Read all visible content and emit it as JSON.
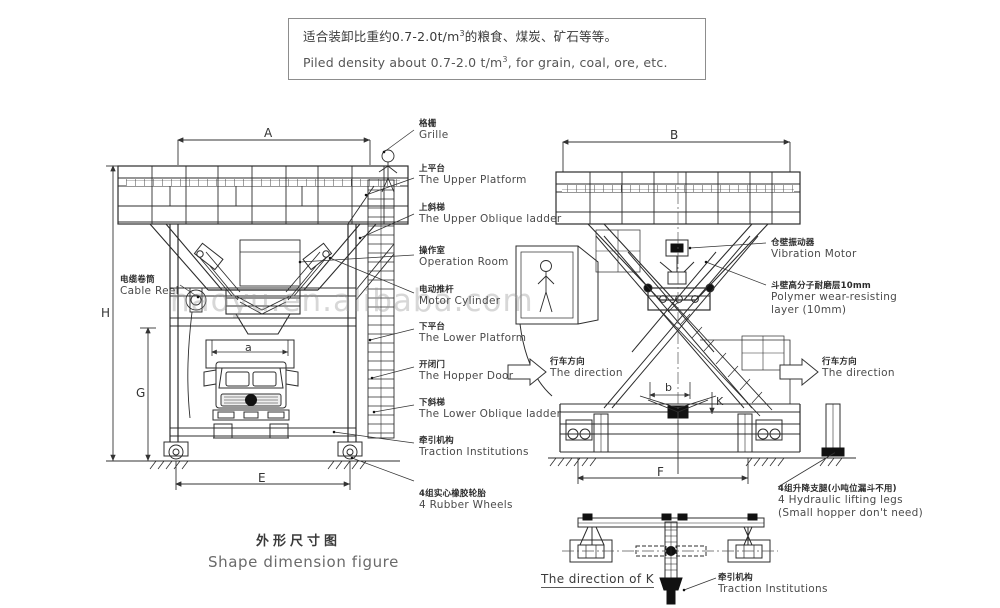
{
  "document": {
    "title_cn": "外形尺寸图",
    "title_en": "Shape dimension figure",
    "watermark": "haoyu.en.alibaba.com"
  },
  "note": {
    "cn_pre": "适合装卸比重约0.7-2.0t/m",
    "cn_sup": "3",
    "cn_post": "的粮食、煤炭、矿石等等。",
    "en_pre": "Piled density about 0.7-2.0 t/m",
    "en_sup": "3",
    "en_post": ", for grain, coal, ore, etc."
  },
  "labels_left": [
    {
      "cn": "格栅",
      "en": "Grille"
    },
    {
      "cn": "上平台",
      "en": "The Upper Platform"
    },
    {
      "cn": "上斜梯",
      "en": "The Upper Oblique ladder"
    },
    {
      "cn": "操作室",
      "en": "Operation Room"
    },
    {
      "cn": "电动推杆",
      "en": "Motor Cylinder"
    },
    {
      "cn": "下平台",
      "en": "The Lower Platform"
    },
    {
      "cn": "开闭门",
      "en": "The Hopper Door"
    },
    {
      "cn": "下斜梯",
      "en": "The Lower Oblique ladder"
    },
    {
      "cn": "牵引机构",
      "en": "Traction Institutions"
    },
    {
      "cn": "4组实心橡胶轮胎",
      "en": "4 Rubber Wheels"
    }
  ],
  "label_cable_reel": {
    "cn": "电缆卷筒",
    "en": "Cable Reel"
  },
  "labels_right": [
    {
      "cn": "仓壁振动器",
      "en": "Vibration Motor",
      "en_line2": ""
    },
    {
      "cn": "斗壁高分子耐磨层10mm",
      "en": "Polymer wear-resisting",
      "en_line2": "layer (10mm)"
    }
  ],
  "label_direction": {
    "cn": "行车方向",
    "en": "The direction"
  },
  "label_legs": {
    "cn": "4组升降支腿(小吨位漏斗不用)",
    "en": "4 Hydraulic lifting legs",
    "en_line2": "(Small hopper don't need)"
  },
  "label_traction_bottom": {
    "cn": "牵引机构",
    "en": "Traction Institutions"
  },
  "label_k_view": "The direction of K",
  "dimensions": {
    "A": "A",
    "B": "B",
    "H": "H",
    "G": "G",
    "E": "E",
    "F": "F",
    "K": "K",
    "a": "a",
    "b": "b"
  }
}
